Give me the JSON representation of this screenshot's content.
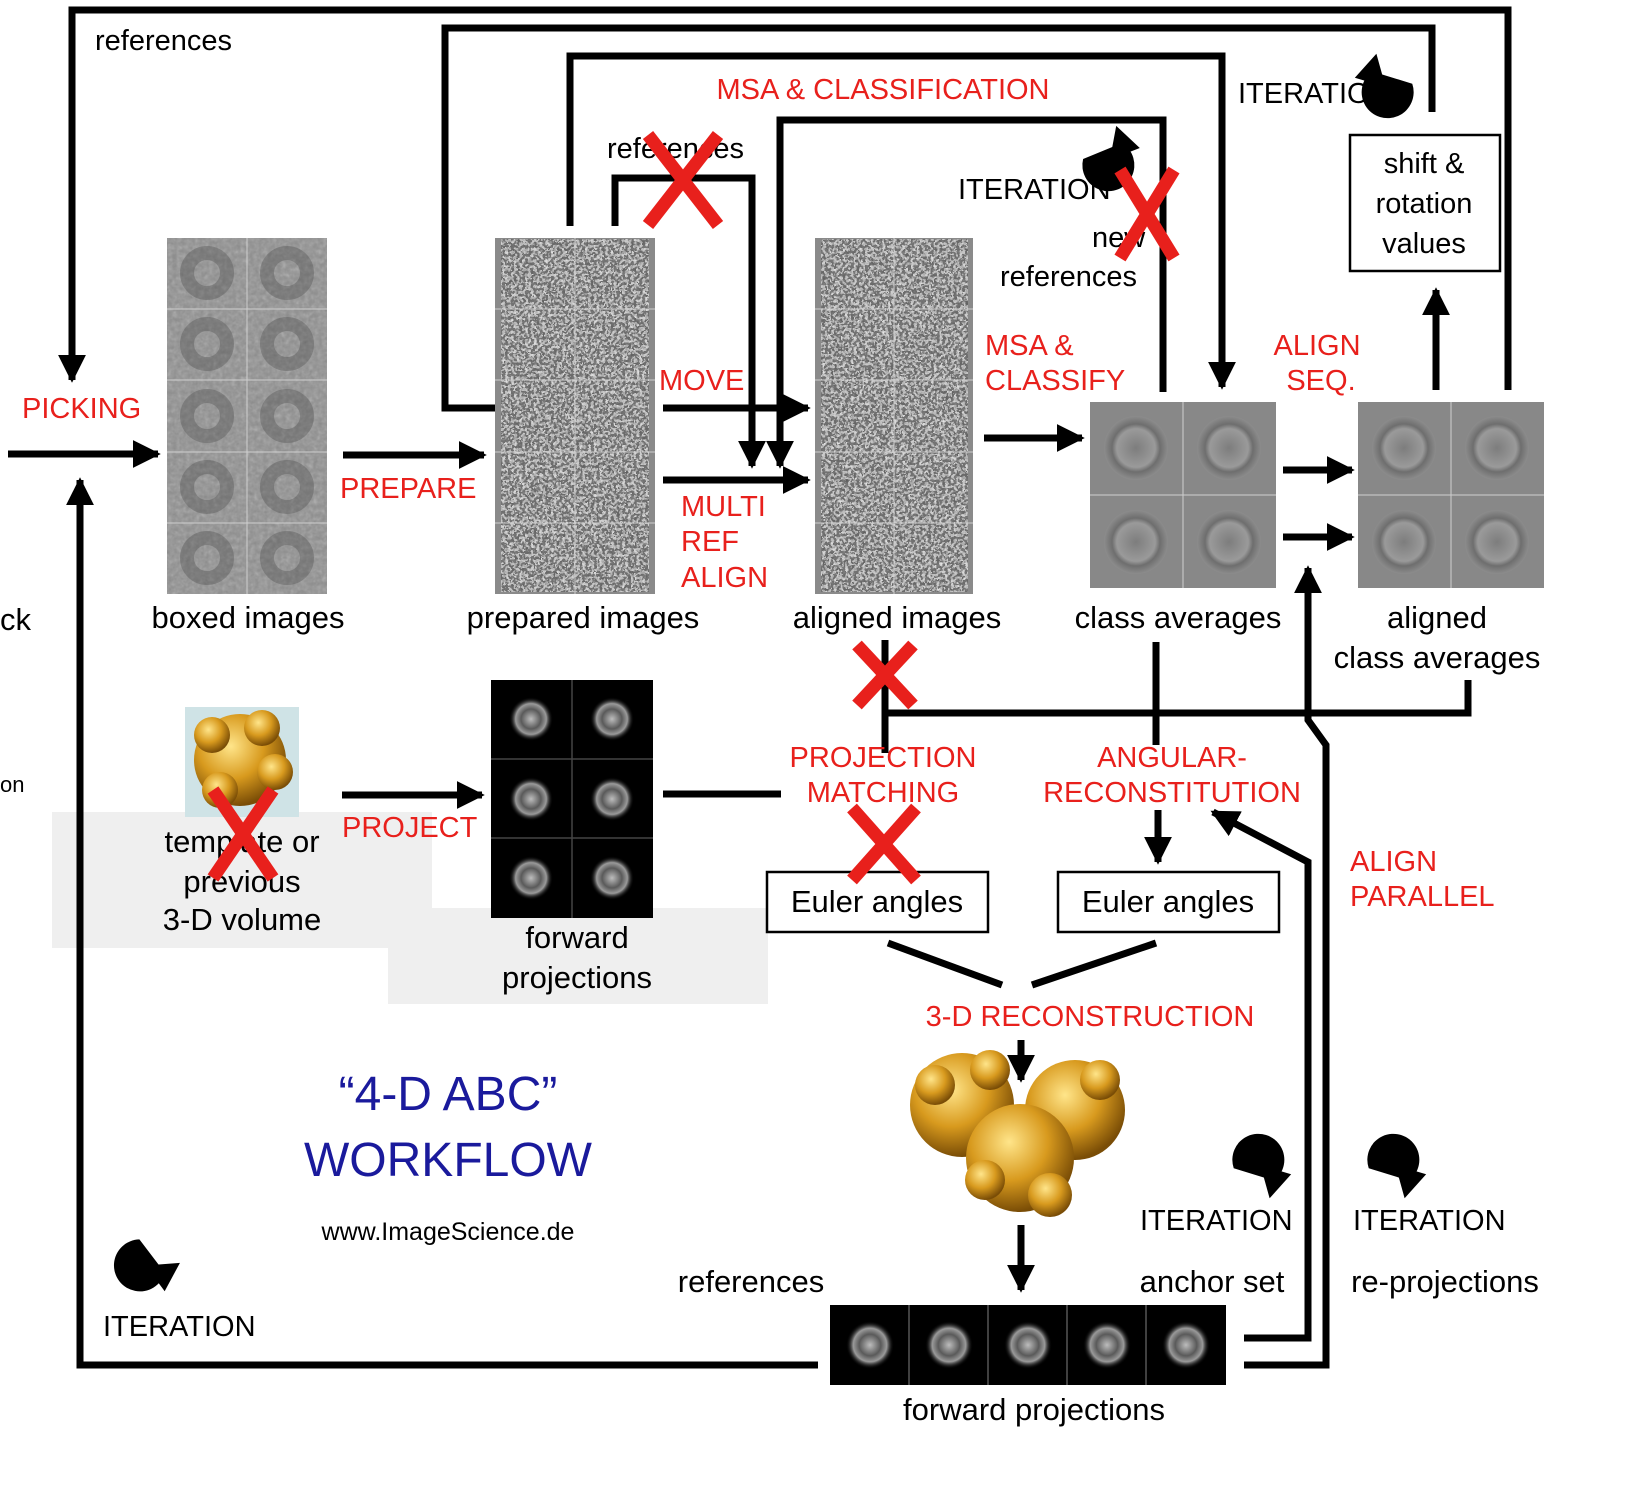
{
  "title": {
    "line1": "“4-D ABC”",
    "line2": "WORKFLOW",
    "website": "www.ImageScience.de"
  },
  "colors": {
    "label_red": "#e8201c",
    "title_blue": "#1a1a9c",
    "iteration_arrow_blue": "#2c64e6",
    "line_black": "#000000"
  },
  "steps": {
    "picking": "PICKING",
    "prepare": "PREPARE",
    "move": "MOVE",
    "multi_ref_align": [
      "MULTI",
      "REF",
      "ALIGN"
    ],
    "msa_classify": [
      "MSA &",
      "CLASSIFY"
    ],
    "align_seq": [
      "ALIGN",
      "SEQ."
    ],
    "msa_classification": "MSA & CLASSIFICATION",
    "project": "PROJECT",
    "projection_matching": [
      "PROJECTION",
      "MATCHING"
    ],
    "angular_reconstitution": [
      "ANGULAR-",
      "RECONSTITUTION"
    ],
    "align_parallel": [
      "ALIGN",
      "PARALLEL"
    ],
    "reconstruction_3d": "3-D RECONSTRUCTION"
  },
  "captions": {
    "boxed_images": "boxed images",
    "prepared_images": "prepared images",
    "aligned_images": "aligned images",
    "class_averages": "class averages",
    "aligned_class_averages": [
      "aligned",
      "class averages"
    ],
    "template": [
      "template or",
      "previous",
      "3-D volume"
    ],
    "forward_projections_top": [
      "forward",
      "projections"
    ],
    "forward_projections_bottom": "forward projections",
    "references_bottom": "references",
    "anchor_set": "anchor set",
    "re_projections": "re-projections",
    "cut_left_1": "ck",
    "cut_left_2": "on"
  },
  "loop_labels": {
    "references_top_left": "references",
    "references_mid": "references",
    "new_references": [
      "new",
      "references"
    ],
    "shift_rotation": [
      "shift &",
      "rotation",
      "values"
    ]
  },
  "result_boxes": {
    "euler_left": "Euler angles",
    "euler_right": "Euler angles"
  },
  "iterations": {
    "top_right": "ITERATION",
    "mid": "ITERATION",
    "bottom_left": "ITERATION",
    "bottom_mid": "ITERATION",
    "bottom_right": "ITERATION"
  },
  "icons": [
    "iteration-cycle-icon",
    "rejected-x-icon",
    "molecule-volume-icon"
  ]
}
